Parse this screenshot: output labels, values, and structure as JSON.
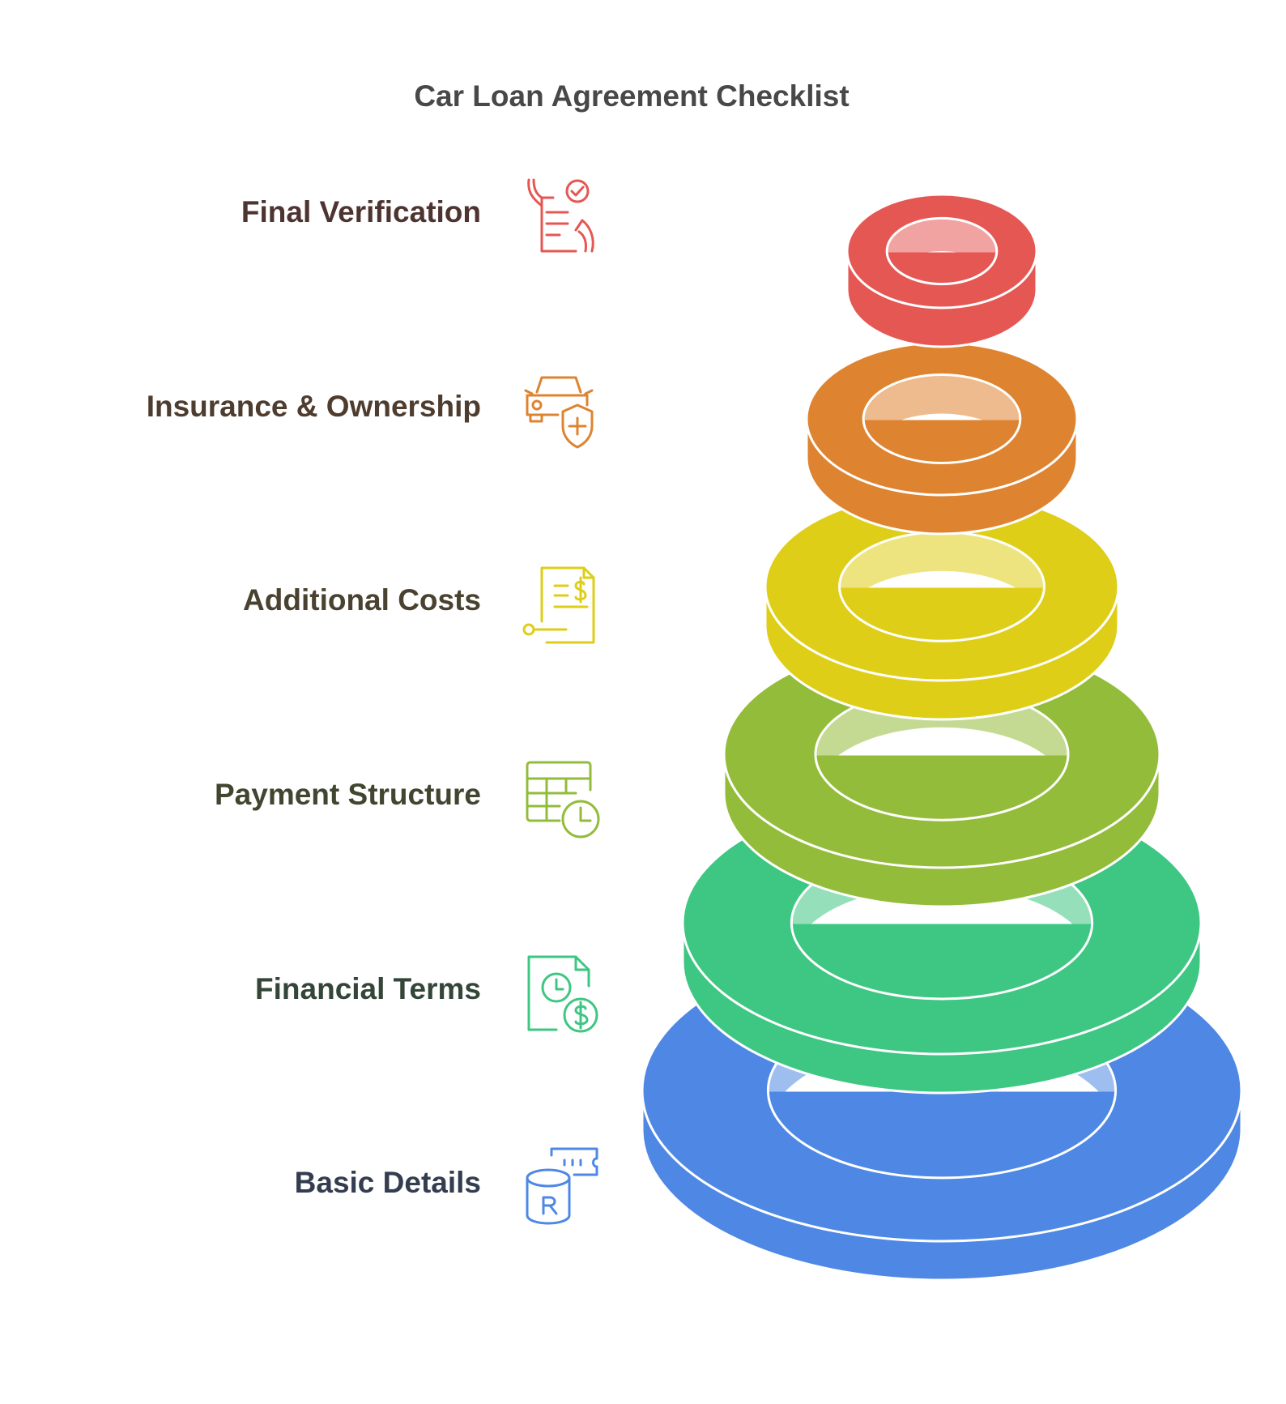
{
  "title": "Car Loan Agreement Checklist",
  "levels": [
    {
      "label": "Final Verification",
      "color": "#e55753",
      "icon": "document-checklist-hands-icon"
    },
    {
      "label": "Insurance & Ownership",
      "color": "#de8431",
      "icon": "car-insurance-shield-icon"
    },
    {
      "label": "Additional Costs",
      "color": "#dfce18",
      "icon": "invoice-dollar-icon"
    },
    {
      "label": "Payment Structure",
      "color": "#93bc3a",
      "icon": "calendar-clock-icon"
    },
    {
      "label": "Financial Terms",
      "color": "#3ec683",
      "icon": "document-clock-dollar-icon"
    },
    {
      "label": "Basic Details",
      "color": "#4e88e4",
      "icon": "registration-database-icon"
    }
  ]
}
